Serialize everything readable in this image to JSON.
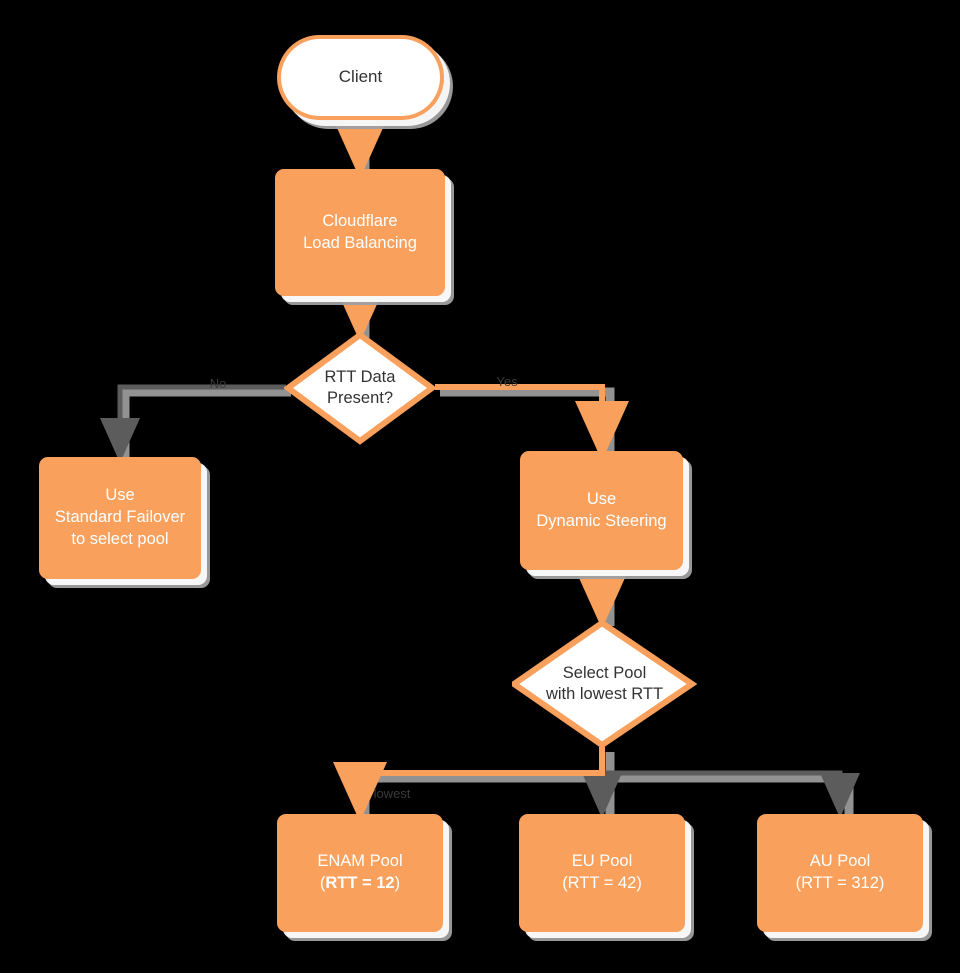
{
  "diagram": {
    "title": "Cloudflare Load Balancing Dynamic Steering Flowchart",
    "background_color": "#000000",
    "accent_color": "#F9A05C",
    "edge_gray": "#5C5C5C",
    "text_on_fill": "#FFFFFF",
    "text_on_white": "#333333"
  },
  "nodes": {
    "client": {
      "label": "Client",
      "shape": "stadium"
    },
    "load_balancing": {
      "line1": "Cloudflare",
      "line2": "Load Balancing",
      "shape": "rect"
    },
    "rtt_present": {
      "line1": "RTT Data",
      "line2": "Present?",
      "shape": "diamond"
    },
    "standard_failover": {
      "line1": "Use",
      "line2": "Standard Failover",
      "line3": "to select pool",
      "shape": "rect"
    },
    "dynamic_steering": {
      "line1": "Use",
      "line2": "Dynamic Steering",
      "shape": "rect"
    },
    "select_pool": {
      "line1": "Select Pool",
      "line2": "with lowest RTT",
      "shape": "diamond"
    },
    "enam_pool": {
      "line1": "ENAM Pool",
      "paren_open": "(",
      "rtt": "RTT = 12",
      "paren_close": ")",
      "shape": "rect"
    },
    "eu_pool": {
      "line1": "EU Pool",
      "line2": "(RTT = 42)",
      "shape": "rect"
    },
    "au_pool": {
      "line1": "AU Pool",
      "line2": "(RTT = 312)",
      "shape": "rect"
    }
  },
  "edges": [
    {
      "id": "client-to-lb",
      "label": "",
      "color": "#F9A05C"
    },
    {
      "id": "lb-to-rtt",
      "label": "",
      "color": "#F9A05C"
    },
    {
      "id": "rtt-no",
      "label": "No",
      "color": "#5C5C5C"
    },
    {
      "id": "rtt-yes",
      "label": "Yes",
      "color": "#F9A05C"
    },
    {
      "id": "steering-to-select",
      "label": "",
      "color": "#F9A05C"
    },
    {
      "id": "select-to-enam",
      "label": "lowest",
      "color": "#F9A05C"
    },
    {
      "id": "select-to-eu",
      "label": "",
      "color": "#5C5C5C"
    },
    {
      "id": "select-to-au",
      "label": "",
      "color": "#5C5C5C"
    }
  ]
}
